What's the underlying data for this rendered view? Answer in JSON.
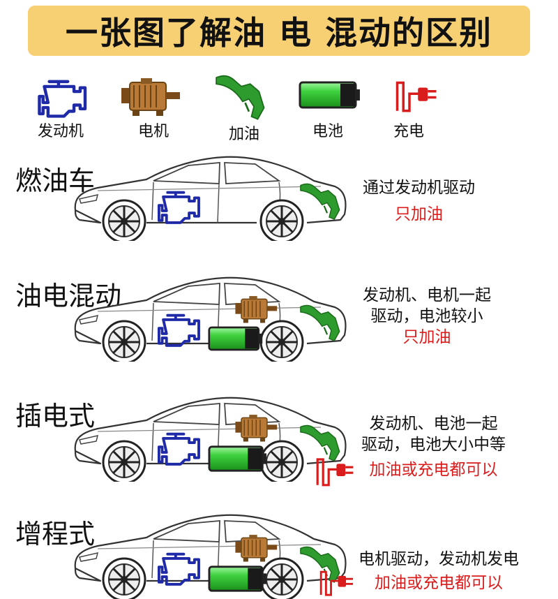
{
  "title": "一张图了解油 电 混动的区别",
  "legend": [
    {
      "label": "发动机",
      "icon": "engine-icon"
    },
    {
      "label": "电机",
      "icon": "motor-icon"
    },
    {
      "label": "加油",
      "icon": "fuel-nozzle-icon"
    },
    {
      "label": "电池",
      "icon": "battery-icon"
    },
    {
      "label": "充电",
      "icon": "charging-plug-icon"
    }
  ],
  "sections": [
    {
      "name": "燃油车",
      "lines": [
        "通过发动机驱动"
      ],
      "highlight": "只加油"
    },
    {
      "name": "油电混动",
      "lines": [
        "发动机、电机一起",
        "驱动，电池较小"
      ],
      "highlight": "只加油"
    },
    {
      "name": "插电式",
      "lines": [
        "发动机、电池一起",
        "驱动，电池大小中等"
      ],
      "highlight": "加油或充电都可以"
    },
    {
      "name": "增程式",
      "lines": [
        "电机驱动，发动机发电"
      ],
      "highlight": "加油或充电都可以"
    }
  ],
  "colors": {
    "title_bg": "#f7d074",
    "engine": "#1f2aa8",
    "motor": "#a86a2a",
    "nozzle": "#2e9b2e",
    "battery": "#3fd13f",
    "plug": "#d91c1c",
    "highlight_text": "#d91c1c"
  }
}
